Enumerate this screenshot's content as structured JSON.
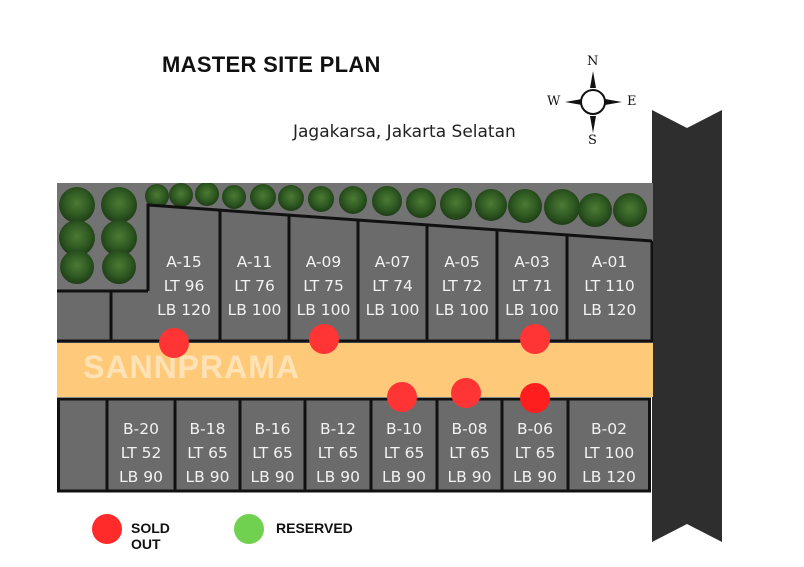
{
  "header": {
    "title": "MASTER SITE PLAN",
    "location": "Jagakarsa, Jakarta Selatan"
  },
  "compass": {
    "north": "N",
    "south": "S",
    "east": "E",
    "west": "W"
  },
  "road": {
    "watermark": "SANNPRAMA",
    "color": "#ffc97a"
  },
  "colors": {
    "lot": "#6b6b6b",
    "lot_border": "#111111",
    "green_area": "#6e6e6e",
    "main_road": "#2e2e2e",
    "sold_out": "#ff3434",
    "reserved": "#6fd14f"
  },
  "lots_top": [
    {
      "id": "A-15",
      "lt": "LT 96",
      "lb": "LB 120",
      "status": "sold_out"
    },
    {
      "id": "A-11",
      "lt": "LT 76",
      "lb": "LB 100",
      "status": "available"
    },
    {
      "id": "A-09",
      "lt": "LT 75",
      "lb": "LB 100",
      "status": "sold_out"
    },
    {
      "id": "A-07",
      "lt": "LT 74",
      "lb": "LB 100",
      "status": "available"
    },
    {
      "id": "A-05",
      "lt": "LT 72",
      "lb": "LB 100",
      "status": "available"
    },
    {
      "id": "A-03",
      "lt": "LT 71",
      "lb": "LB 100",
      "status": "sold_out"
    },
    {
      "id": "A-01",
      "lt": "LT 110",
      "lb": "LB 120",
      "status": "available"
    }
  ],
  "lots_bottom": [
    {
      "id": "B-20",
      "lt": "LT 52",
      "lb": "LB 90",
      "status": "available"
    },
    {
      "id": "B-18",
      "lt": "LT 65",
      "lb": "LB 90",
      "status": "available"
    },
    {
      "id": "B-16",
      "lt": "LT 65",
      "lb": "LB 90",
      "status": "available"
    },
    {
      "id": "B-12",
      "lt": "LT 65",
      "lb": "LB 90",
      "status": "available"
    },
    {
      "id": "B-10",
      "lt": "LT 65",
      "lb": "LB 90",
      "status": "sold_out"
    },
    {
      "id": "B-08",
      "lt": "LT 65",
      "lb": "LB 90",
      "status": "sold_out"
    },
    {
      "id": "B-06",
      "lt": "LT 65",
      "lb": "LB 90",
      "status": "sold_out"
    },
    {
      "id": "B-02",
      "lt": "LT 100",
      "lb": "LB 120",
      "status": "available"
    }
  ],
  "legend": [
    {
      "label": "SOLD OUT",
      "color": "#ff2a2a"
    },
    {
      "label": "RESERVED",
      "color": "#6fd14f"
    }
  ]
}
